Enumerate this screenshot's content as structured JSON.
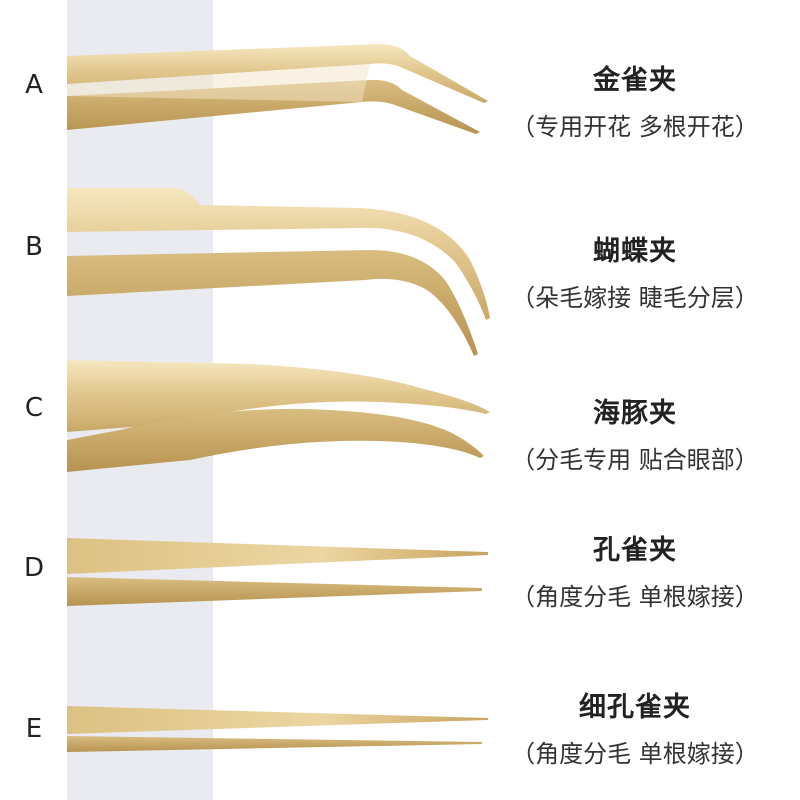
{
  "colors": {
    "strip": "#e9ebf1",
    "gold_light": "#f4e3b8",
    "gold_mid": "#dfc48a",
    "gold_dark": "#b8954f",
    "text": "#222222"
  },
  "items": [
    {
      "letter": "A",
      "name": "金雀夹",
      "desc": "（专用开花 多根开花）"
    },
    {
      "letter": "B",
      "name": "蝴蝶夹",
      "desc": "（朵毛嫁接 睫毛分层）"
    },
    {
      "letter": "C",
      "name": "海豚夹",
      "desc": "（分毛专用 贴合眼部）"
    },
    {
      "letter": "D",
      "name": "孔雀夹",
      "desc": "（角度分毛 单根嫁接）"
    },
    {
      "letter": "E",
      "name": "细孔雀夹",
      "desc": "（角度分毛 单根嫁接）"
    }
  ]
}
